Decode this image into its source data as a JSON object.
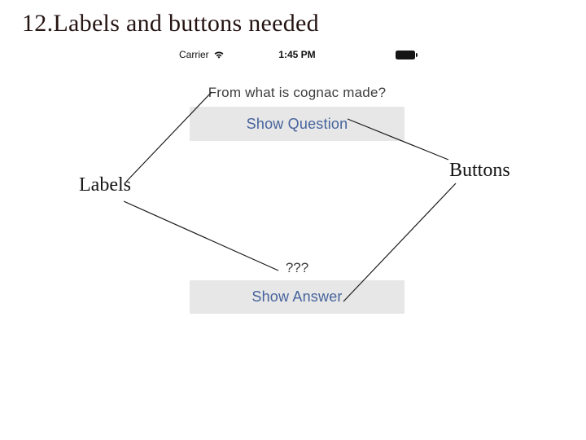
{
  "slide": {
    "title": "12.Labels and buttons needed",
    "annotations": {
      "labels": "Labels",
      "buttons": "Buttons"
    }
  },
  "phone": {
    "status_bar": {
      "carrier": "Carrier",
      "wifi_icon": "wifi-icon",
      "time": "1:45 PM",
      "battery_icon": "battery-icon"
    },
    "question_label": "From what is cognac made?",
    "show_question_button": "Show Question",
    "answer_label": "???",
    "show_answer_button": "Show Answer"
  },
  "colors": {
    "title_text": "#241412",
    "button_background": "#e7e7e7",
    "button_text": "#46639c",
    "phone_label_text": "#3d3d3f",
    "annotation_line": "#1a1a1a"
  }
}
